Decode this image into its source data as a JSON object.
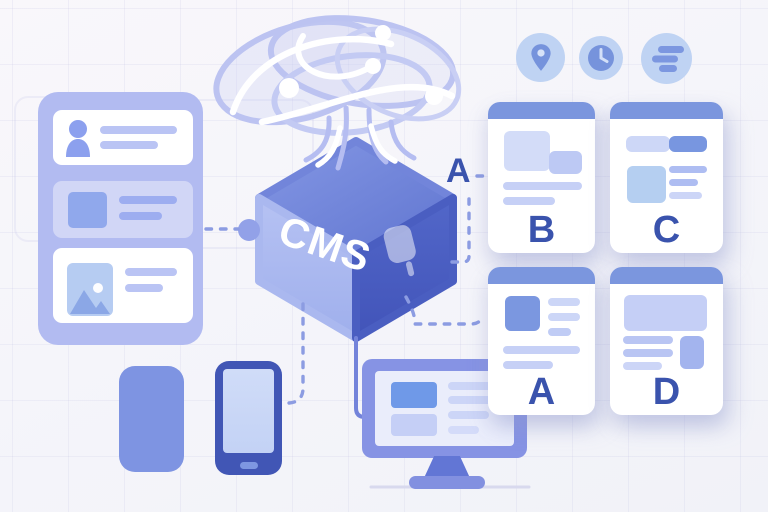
{
  "title": "CMS content hub illustration",
  "cube": {
    "label": "CMS"
  },
  "annotation": {
    "label": "A"
  },
  "icons": {
    "location": "location-pin-icon",
    "time": "clock-icon",
    "filter": "filter-lines-icon"
  },
  "channels": [
    {
      "position": "top-left",
      "label": "B"
    },
    {
      "position": "top-right",
      "label": "C"
    },
    {
      "position": "bottom-left",
      "label": "A"
    },
    {
      "position": "bottom-right",
      "label": "D"
    }
  ],
  "devices": [
    "tablet-icon",
    "phone-icon",
    "desktop-monitor-icon"
  ],
  "colors": {
    "background": "#f5f5fa",
    "panel_lavender": "#b2bbf1",
    "cube_left_face": "#a9b8ee",
    "cube_right_face": "#4c61c3",
    "cube_top_face": "#6d81d8",
    "card_header": "#7b96de",
    "label_text": "#3a53ad",
    "connector": "#8c9ce2",
    "icon_circle": "#bfd3f3",
    "icon_glyph": "#7693dc"
  }
}
